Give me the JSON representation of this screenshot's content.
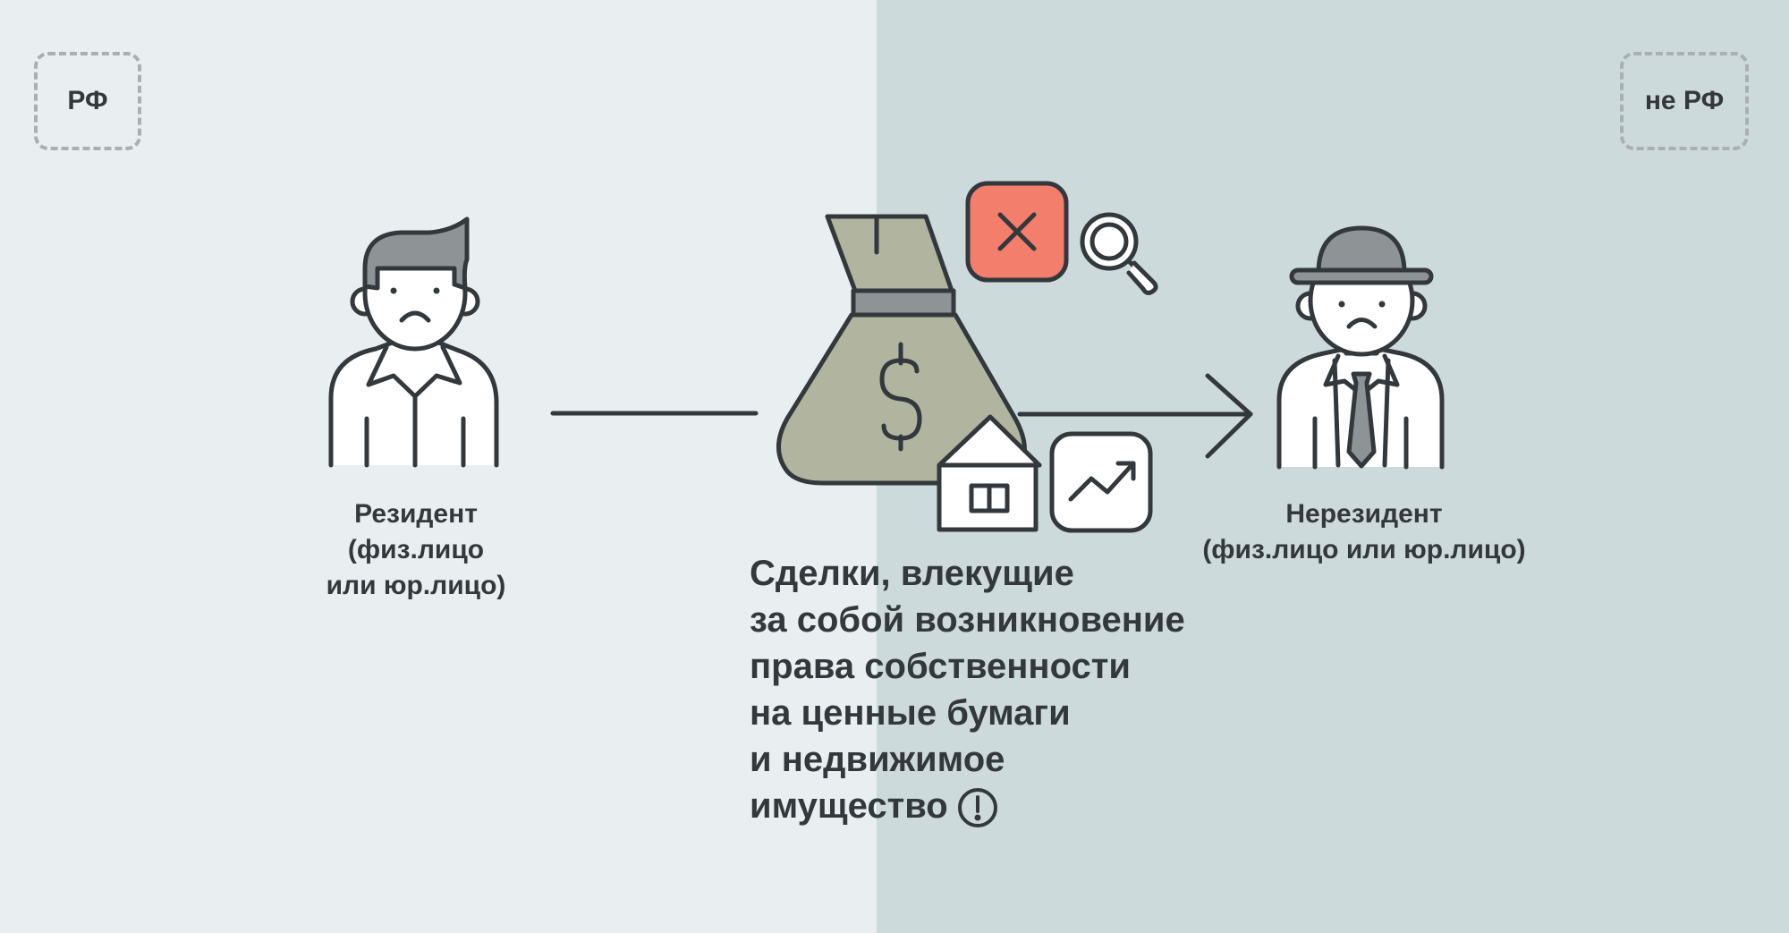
{
  "colors": {
    "bg_left": "#e9eff0",
    "bg_right": "#ccdadc",
    "stroke": "#33383c",
    "hair": "#8e9396",
    "bag": "#b1b49f",
    "cross": "#f47e6c",
    "frame": "#a9b0b2"
  },
  "zones": {
    "left": "РФ",
    "right": "не РФ"
  },
  "resident": {
    "lines": [
      "Резидент",
      "(физ.лицо",
      "или юр.лицо)"
    ]
  },
  "nonresident": {
    "lines": [
      "Нерезидент",
      "(физ.лицо или юр.лицо)"
    ]
  },
  "main_text": {
    "lines": [
      "Сделки, влекущие",
      "за собой возникновение",
      "права собственности",
      "на ценные бумаги",
      "и недвижимое"
    ],
    "last_line": "имущество"
  },
  "icons": [
    "resident-person-icon",
    "nonresident-person-icon",
    "money-bag-icon",
    "cross-icon",
    "magnifier-icon",
    "house-icon",
    "growth-chart-icon",
    "arrow-icon",
    "exclamation-icon"
  ]
}
